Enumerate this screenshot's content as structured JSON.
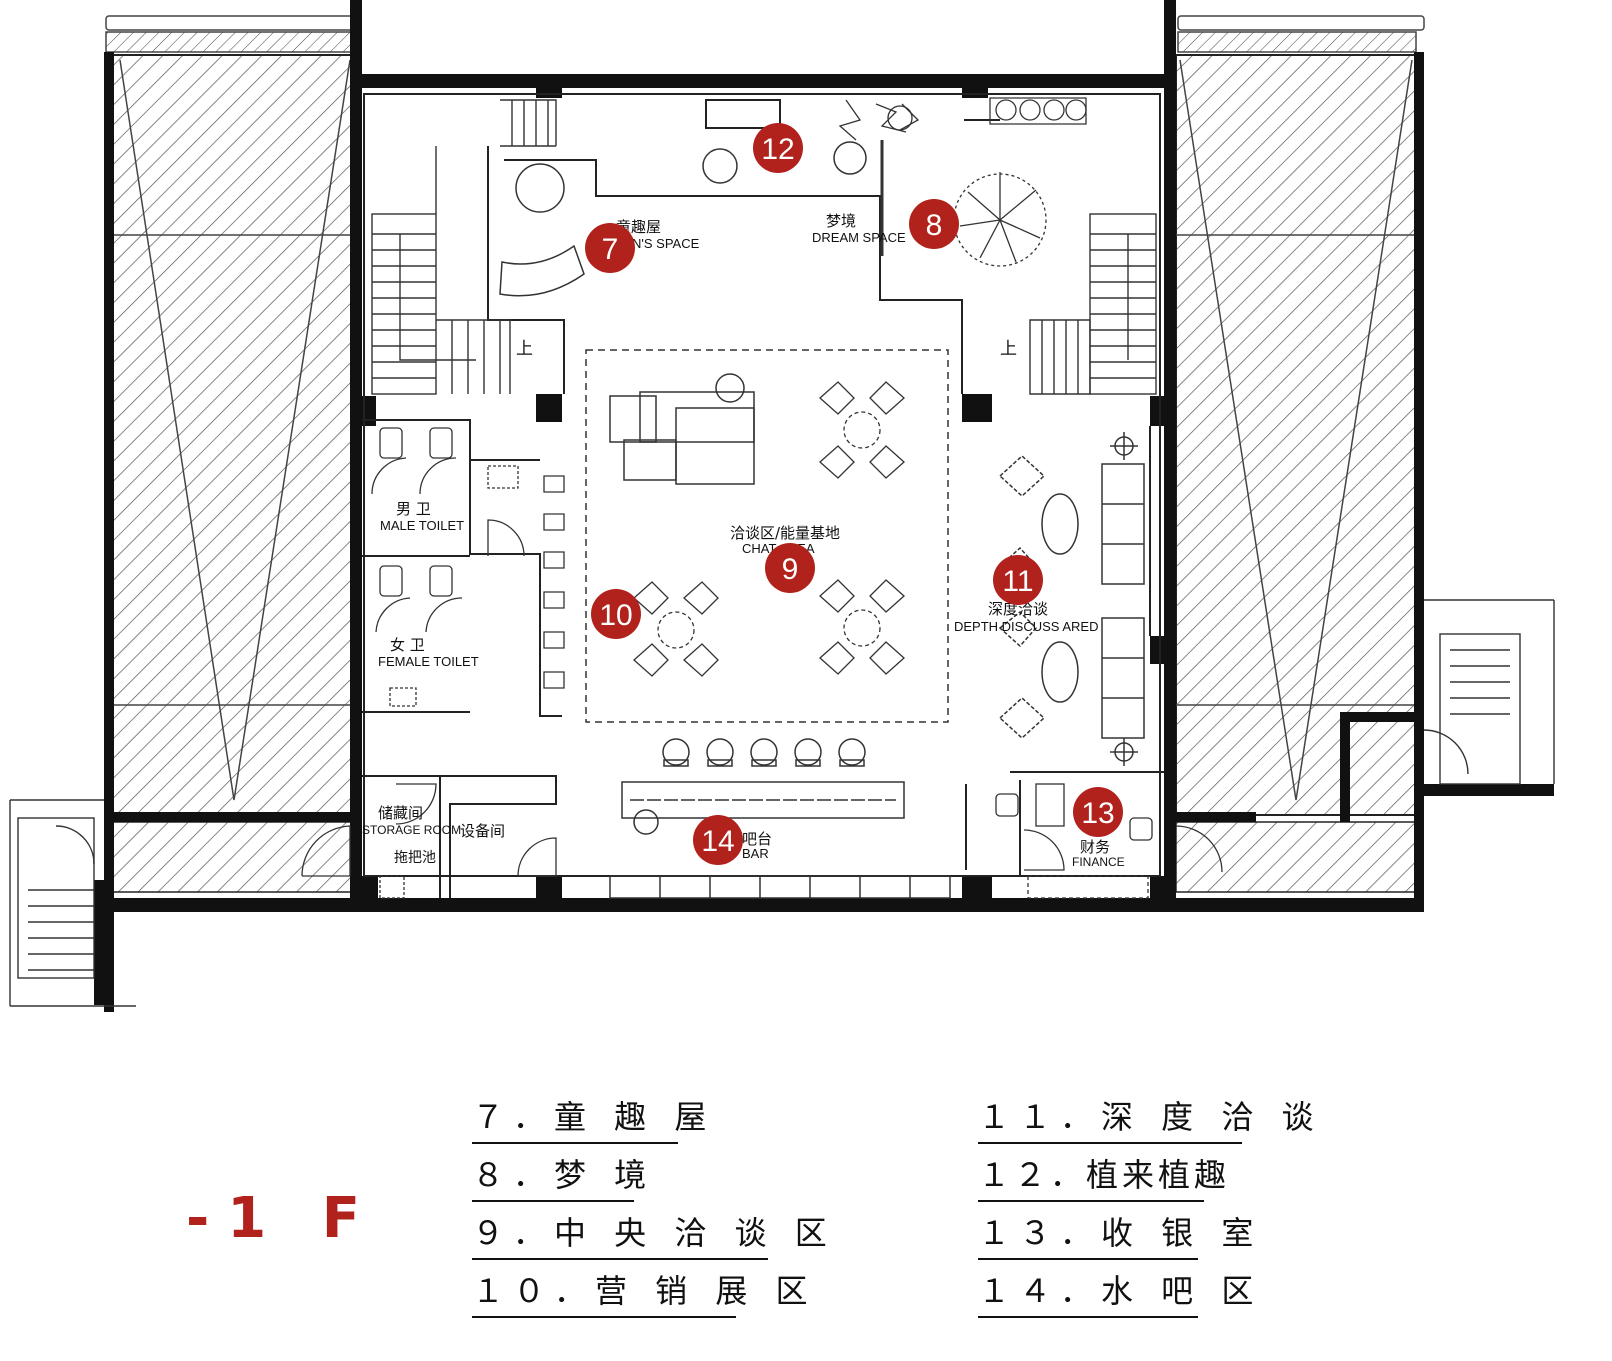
{
  "floor_label": "-1 F",
  "colors": {
    "accent": "#b1221c",
    "wall": "#111111",
    "line": "#333333",
    "hatch": "#555555"
  },
  "rooms": {
    "kids_space": {
      "zh": "童趣屋",
      "en": "N'S SPACE"
    },
    "dream_space": {
      "zh": "梦境",
      "en": "DREAM SPACE"
    },
    "chat_area": {
      "zh": "洽谈区/能量基地",
      "en": "CHAT AREA"
    },
    "depth_discuss": {
      "zh": "深度洽谈",
      "en": "DEPTH DISCUSS ARED"
    },
    "male_toilet": {
      "zh": "男 卫",
      "en": "MALE TOILET"
    },
    "female_toilet": {
      "zh": "女 卫",
      "en": "FEMALE TOILET"
    },
    "storage_room": {
      "zh": "储藏间",
      "en": "STORAGE ROOM"
    },
    "mop_pool": {
      "zh": "拖把池"
    },
    "equipment_room": {
      "zh": "设备间"
    },
    "bar": {
      "zh": "吧台",
      "en": "BAR"
    },
    "finance": {
      "zh": "财务",
      "en": "FINANCE"
    },
    "stairs_up": "上"
  },
  "markers": [
    "7",
    "8",
    "9",
    "10",
    "11",
    "12",
    "13",
    "14"
  ],
  "legend": [
    {
      "text": "７．童 趣 屋"
    },
    {
      "text": "８．梦 境"
    },
    {
      "text": "９．中 央 洽 谈 区"
    },
    {
      "text": "１０．营 销 展 区"
    },
    {
      "text": "１１．深 度 洽 谈"
    },
    {
      "text": "１２．植来植趣"
    },
    {
      "text": "１３．收 银 室"
    },
    {
      "text": "１４．水 吧 区"
    }
  ]
}
